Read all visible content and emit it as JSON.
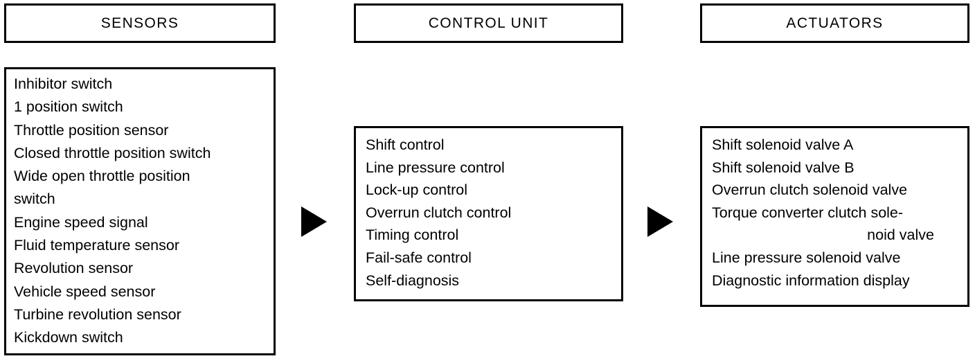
{
  "columns": [
    {
      "header": "SENSORS",
      "items": [
        "Inhibitor switch",
        "1 position switch",
        "Throttle position sensor",
        "Closed throttle position switch",
        "Wide open throttle position",
        "switch",
        "Engine speed signal",
        "Fluid temperature sensor",
        "Revolution sensor",
        "Vehicle speed sensor",
        "Turbine revolution sensor",
        "Kickdown switch"
      ]
    },
    {
      "header": "CONTROL UNIT",
      "items": [
        "Shift control",
        "Line pressure control",
        "Lock-up control",
        "Overrun clutch control",
        "Timing control",
        "Fail-safe control",
        "Self-diagnosis"
      ]
    },
    {
      "header": "ACTUATORS",
      "items": [
        "Shift solenoid valve A",
        "Shift solenoid valve B",
        "Overrun clutch solenoid valve",
        "Torque converter clutch sole-",
        "noid valve",
        "Line pressure solenoid valve",
        "Diagnostic information display"
      ]
    }
  ],
  "arrows": [
    {
      "name": "sensors-to-control-arrow"
    },
    {
      "name": "control-to-actuators-arrow"
    }
  ],
  "colors": {
    "ink": "#000000",
    "paper": "#ffffff"
  }
}
